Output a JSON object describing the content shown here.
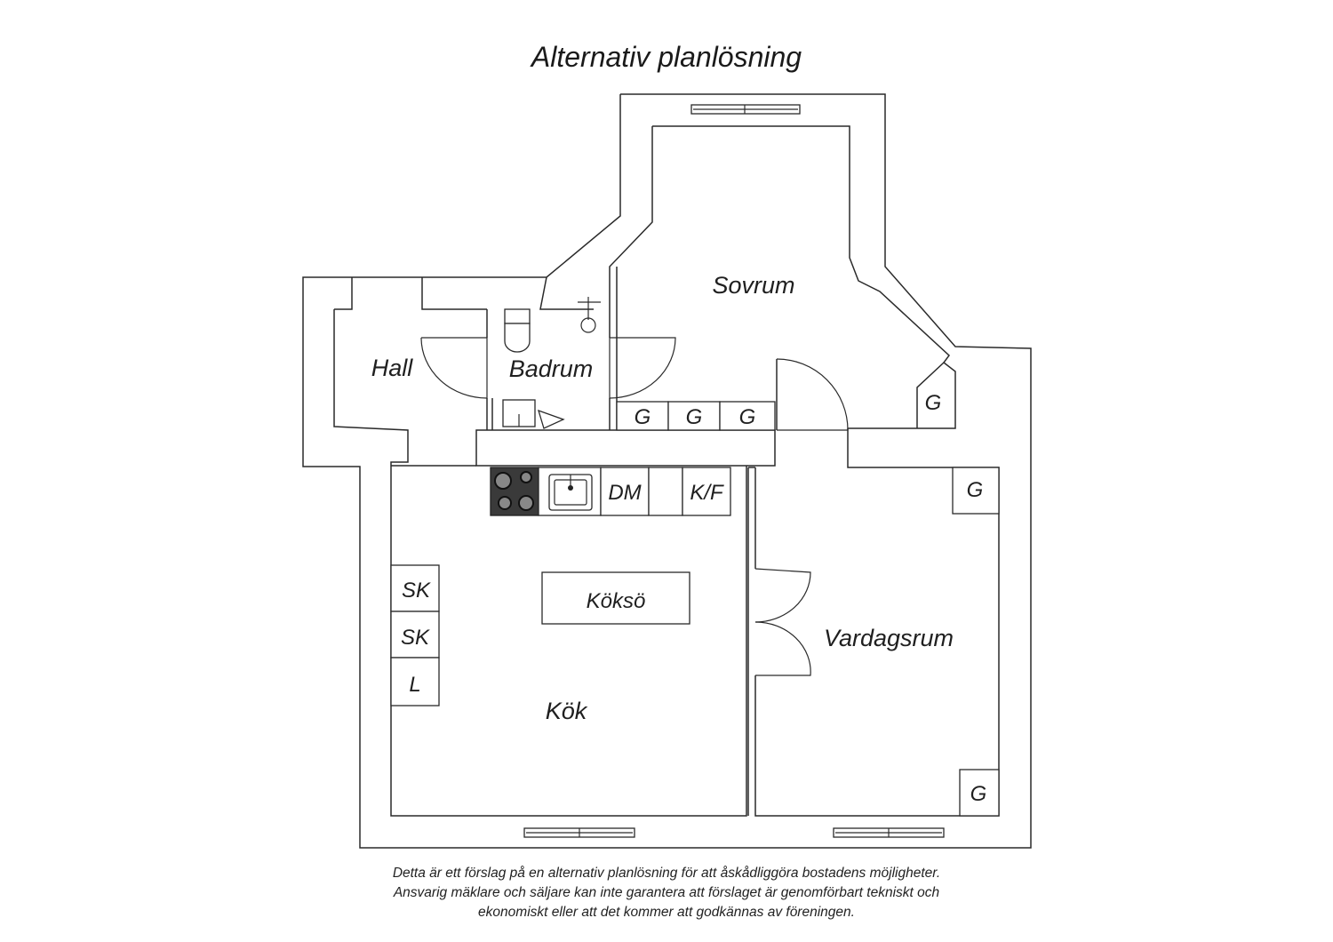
{
  "title": "Alternativ planlösning",
  "rooms": {
    "hall": "Hall",
    "badrum": "Badrum",
    "sovrum": "Sovrum",
    "kok": "Kök",
    "vardagsrum": "Vardagsrum"
  },
  "fixtures": {
    "koksO": "Köksö",
    "dm": "DM",
    "kf": "K/F",
    "sk1": "SK",
    "sk2": "SK",
    "l": "L",
    "g1": "G",
    "g2": "G",
    "g3": "G",
    "g_sovrum": "G",
    "g_vardag_top": "G",
    "g_vardag_bottom": "G"
  },
  "disclaimer": {
    "line1": "Detta är ett förslag på en alternativ planlösning för att åskådliggöra bostadens möjligheter.",
    "line2": "Ansvarig mäklare och säljare kan inte garantera att förslaget är genomförbart tekniskt och",
    "line3": "ekonomiskt eller att det kommer att godkännas av föreningen."
  }
}
